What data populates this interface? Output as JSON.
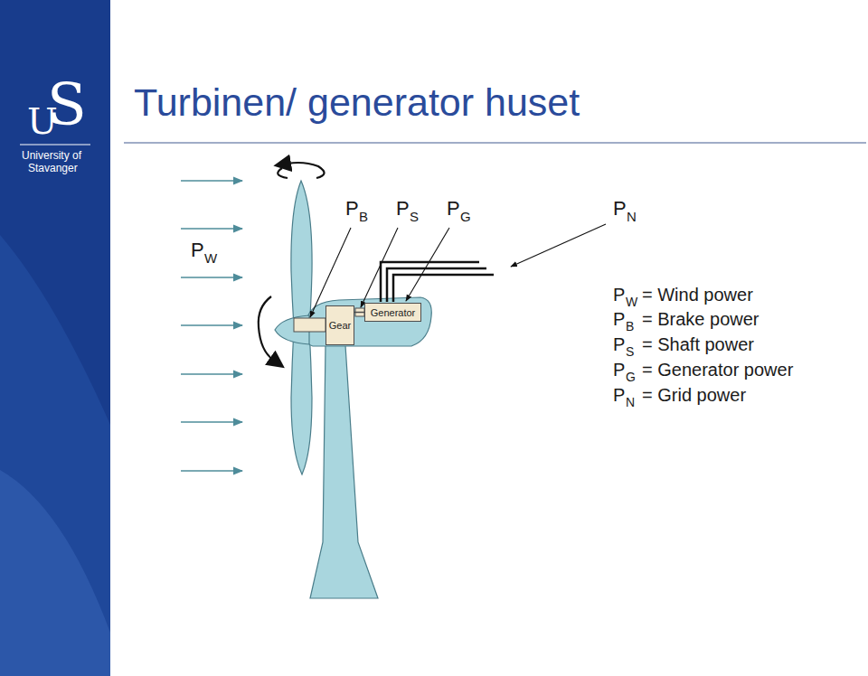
{
  "diagram": {
    "title": "Turbinen/ generator huset",
    "nodes": [
      {
        "text": [
          "Gear"
        ]
      },
      {
        "text": [
          "Generator"
        ]
      }
    ],
    "edges": [
      {
        "from": 0,
        "to": 1,
        "arrow": "none"
      }
    ],
    "labels": [
      "S",
      "U",
      "University of",
      "Stavanger",
      "P",
      "W",
      "P",
      "B",
      "P",
      "S",
      "P",
      "G",
      "P",
      "N",
      "P",
      "W",
      "= Wind power",
      "P",
      "B",
      "= Brake power",
      "P",
      "S",
      "= Shaft power",
      "P",
      "G",
      "= Generator power",
      "P",
      "N",
      "= Grid power"
    ]
  }
}
